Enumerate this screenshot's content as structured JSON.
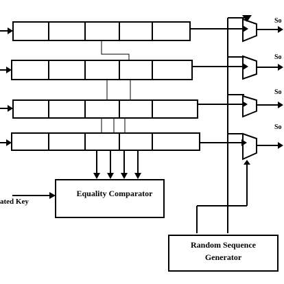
{
  "blocks": {
    "equality_comparator": "Equality Comparator",
    "random_sequence_generator_line1": "Random Sequence",
    "random_sequence_generator_line2": "Generator"
  },
  "inputs": {
    "key_label": "ated Key"
  },
  "outputs": [
    {
      "label": "So"
    },
    {
      "label": "So"
    },
    {
      "label": "So"
    },
    {
      "label": "So"
    }
  ]
}
